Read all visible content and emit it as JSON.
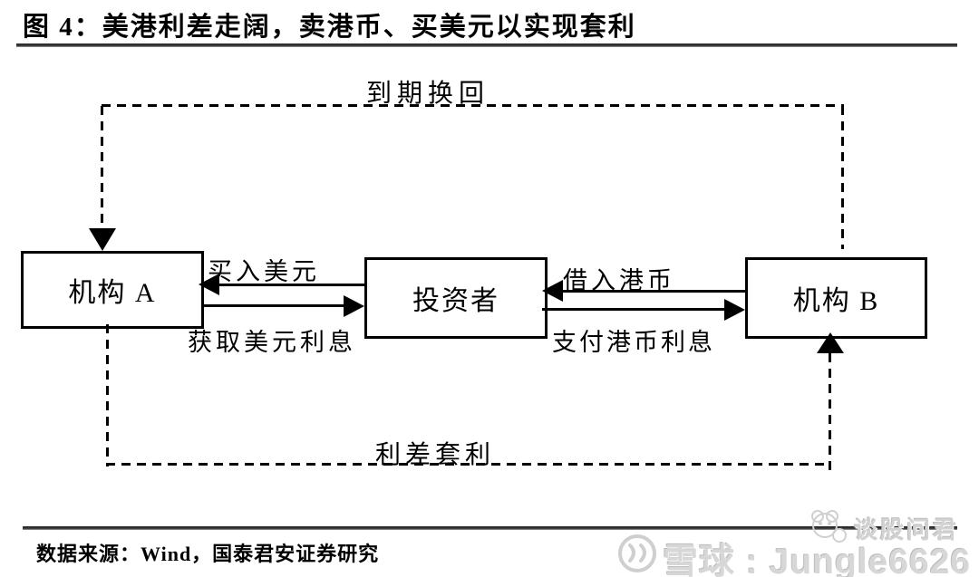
{
  "title": "图 4：美港利差走阔，卖港币、买美元以实现套利",
  "diagram": {
    "node_a": "机构 A",
    "node_investor": "投资者",
    "node_b": "机构 B",
    "label_top": "到期换回",
    "label_bottom": "利差套利",
    "label_buy_usd": "买入美元",
    "label_usd_interest": "获取美元利息",
    "label_borrow_hkd": "借入港币",
    "label_hkd_interest": "支付港币利息"
  },
  "footer": {
    "source": "数据来源：Wind，国泰君安证券研究"
  },
  "watermark": {
    "site_label": "雪球 : Jungle6626",
    "faint_label": "谈股问君",
    "icons": [
      "xueqiu-snowball-icon",
      "panda-face-icon"
    ]
  },
  "colors": {
    "ink": "#000000",
    "divider": "#2e2e2e",
    "watermark_gray": "#d7d7d7",
    "watermark_faint": "#d2d2d2"
  }
}
